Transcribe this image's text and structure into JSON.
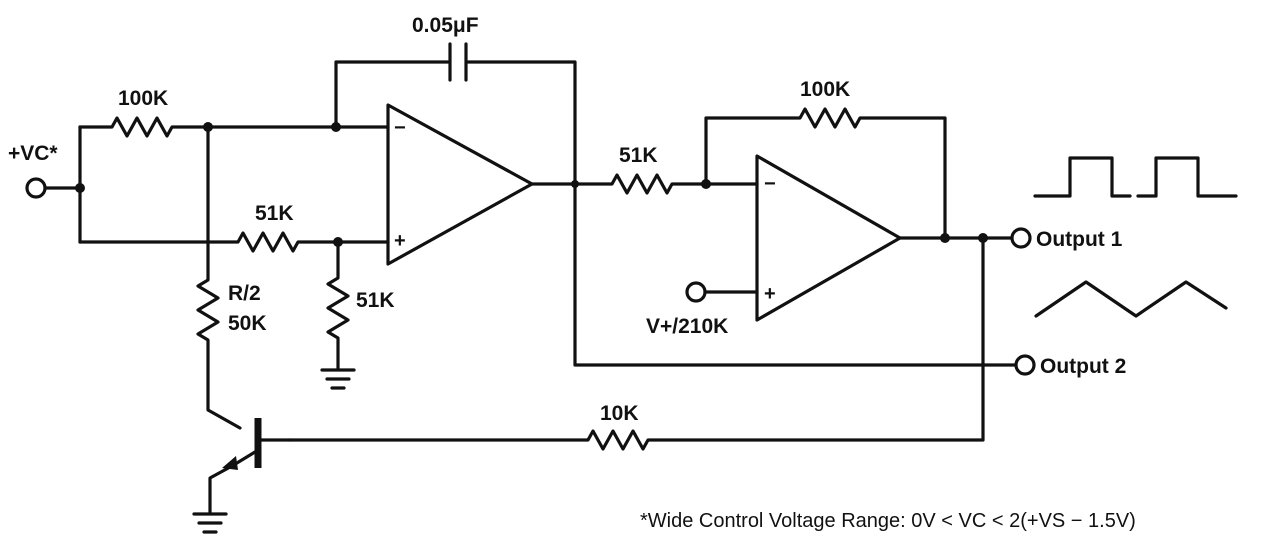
{
  "labels": {
    "vc_input": "+VC*",
    "r_input": "100K",
    "cap": "0.05μF",
    "r_plus": "51K",
    "r_half": "R/2",
    "r_half_value": "50K",
    "r_ground": "51K",
    "r_inv_in": "51K",
    "r_feedback": "100K",
    "bias": "V+/210K",
    "r_base": "10K",
    "output1": "Output 1",
    "output2": "Output 2",
    "minus": "−",
    "plus": "+"
  },
  "footnote": "*Wide Control Voltage Range: 0V < VC < 2(+VS − 1.5V)"
}
